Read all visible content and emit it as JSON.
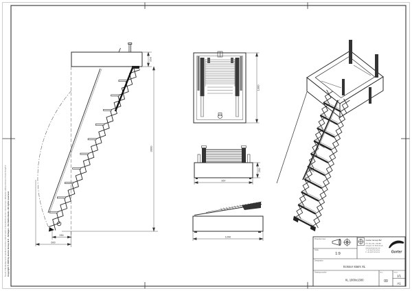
{
  "drawing": {
    "copyright": {
      "line1": "Copyright © 2020 by Gorter Group B.V. - Schagen - the Netherlands. All rights reserved.",
      "line2": "No part of this drawing may be reproduced, stored in a retrieval system or transmitted in any form or by any means, without prior written permission of Gorter Group B.V."
    },
    "views": {
      "side_open": {
        "dim_slab": "250",
        "dim_height": "3000",
        "dim_foot": "250",
        "dim_swing": "600"
      },
      "plan": {
        "dim_width": "1300"
      },
      "front_folded": {
        "dim_height": "250",
        "dim_width": "957"
      },
      "side_closed": {
        "dim_length": "1290"
      }
    }
  },
  "title_block": {
    "projection_label": "Projection view",
    "scale_label": "Scale",
    "scale_value": "1:9",
    "company": {
      "name": "Gorter Group BV",
      "lines": [
        "P.O. Box 265, 1740 AG",
        "Schagen, the Netherlands",
        "www.gortergroup.com",
        "T +31 (0)72 50 50 50",
        "F +31 (0)72 50 50 55"
      ],
      "logo_text": "Gorter"
    },
    "designation_label": "Designation",
    "designation_value": "Scissor stairs XL",
    "drawing_number_label": "Drawing number",
    "drawing_number_value": "XL 1000x1300",
    "rev_label": "Rev.",
    "rev_value": "00",
    "sheet_label": "Sheet",
    "sheet_value": "1/1",
    "format_value": "A1",
    "accent_red": "#cf1b24"
  }
}
